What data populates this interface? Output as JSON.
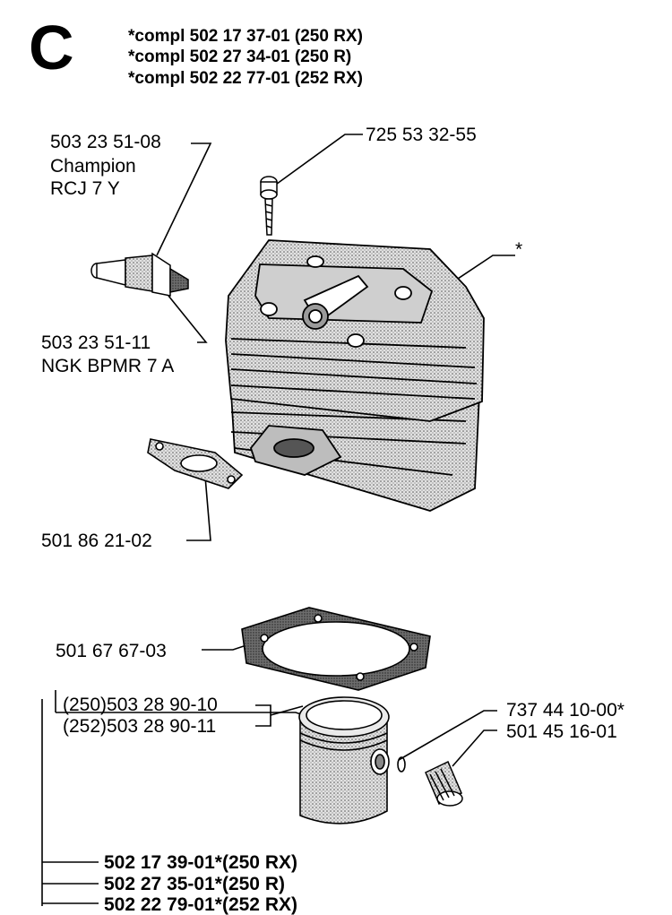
{
  "section": {
    "letter": "C"
  },
  "header": {
    "lines": [
      "*compl 502 17 37-01 (250 RX)",
      "*compl 502 27 34-01 (250 R)",
      "*compl 502 22 77-01 (252 RX)"
    ]
  },
  "parts": {
    "spark_plug_champion_no": "503 23 51-08",
    "spark_plug_champion_brand": "Champion",
    "spark_plug_champion_type": "RCJ 7 Y",
    "screw": "725 53 32-55",
    "cylinder_star": "*",
    "spark_plug_ngk_no": "503 23 51-11",
    "spark_plug_ngk_type": "NGK BPMR 7 A",
    "gasket_exhaust": "501 86 21-02",
    "gasket_base": "501 67 67-03",
    "ring_250": "(250)503 28 90-10",
    "ring_252": "(252)503 28 90-11",
    "circlip": "737 44 10-00*",
    "bearing": "501 45 16-01"
  },
  "piston_kits": [
    "502 17 39-01*(250 RX)",
    "502 27 35-01*(250 R)",
    "502 22 79-01*(252 RX)"
  ],
  "colors": {
    "ink": "#000000",
    "fill_gray": "#8a8a8a",
    "fill_light": "#d4d4d4"
  }
}
